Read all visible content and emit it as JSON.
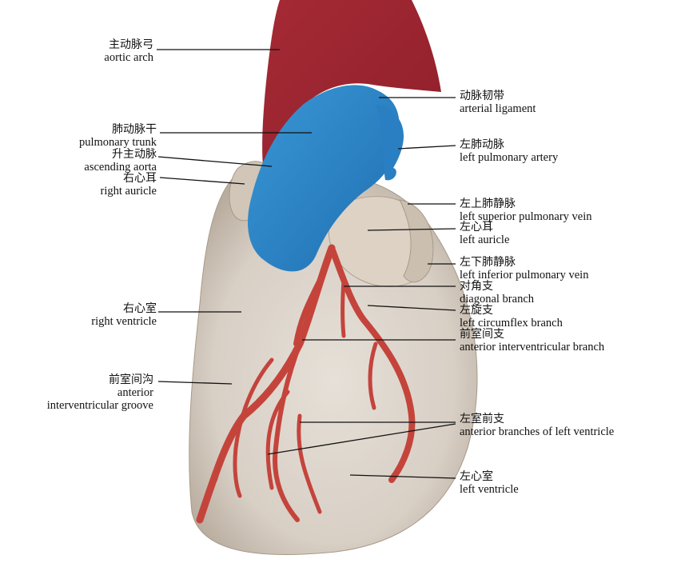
{
  "colors": {
    "aorta": "#b3303a",
    "pulmonary": "#2f86c8",
    "vessel": "#c7463f",
    "tissue": "#dcd4cb",
    "background": "#ffffff",
    "text": "#111111"
  },
  "labels": {
    "aortic_arch": {
      "zh": "主动脉弓",
      "en": "aortic arch"
    },
    "pulmonary_trunk": {
      "zh": "肺动脉干",
      "en": "pulmonary trunk"
    },
    "ascending_aorta": {
      "zh": "升主动脉",
      "en": "ascending aorta"
    },
    "right_auricle": {
      "zh": "右心耳",
      "en": "right auricle"
    },
    "right_ventricle": {
      "zh": "右心室",
      "en": "right ventricle"
    },
    "anterior_interventricular_groove": {
      "zh": "前室间沟",
      "en1": "anterior",
      "en2": "interventricular groove"
    },
    "arterial_ligament": {
      "zh": "动脉韧带",
      "en": "arterial ligament"
    },
    "left_pulmonary_artery": {
      "zh": "左肺动脉",
      "en": "left pulmonary artery"
    },
    "left_superior_pulmonary_vein": {
      "zh": "左上肺静脉",
      "en": "left superior pulmonary vein"
    },
    "left_auricle": {
      "zh": "左心耳",
      "en": "left auricle"
    },
    "left_inferior_pulmonary_vein": {
      "zh": "左下肺静脉",
      "en": "left inferior pulmonary vein"
    },
    "diagonal_branch": {
      "zh": "对角支",
      "en": "diagonal branch"
    },
    "left_circumflex_branch": {
      "zh": "左旋支",
      "en": "left circumflex branch"
    },
    "anterior_interventricular_branch": {
      "zh": "前室间支",
      "en": "anterior interventricular branch"
    },
    "anterior_branches_left_ventricle": {
      "zh": "左室前支",
      "en": "anterior branches of left ventricle"
    },
    "left_ventricle": {
      "zh": "左心室",
      "en": "left ventricle"
    }
  }
}
